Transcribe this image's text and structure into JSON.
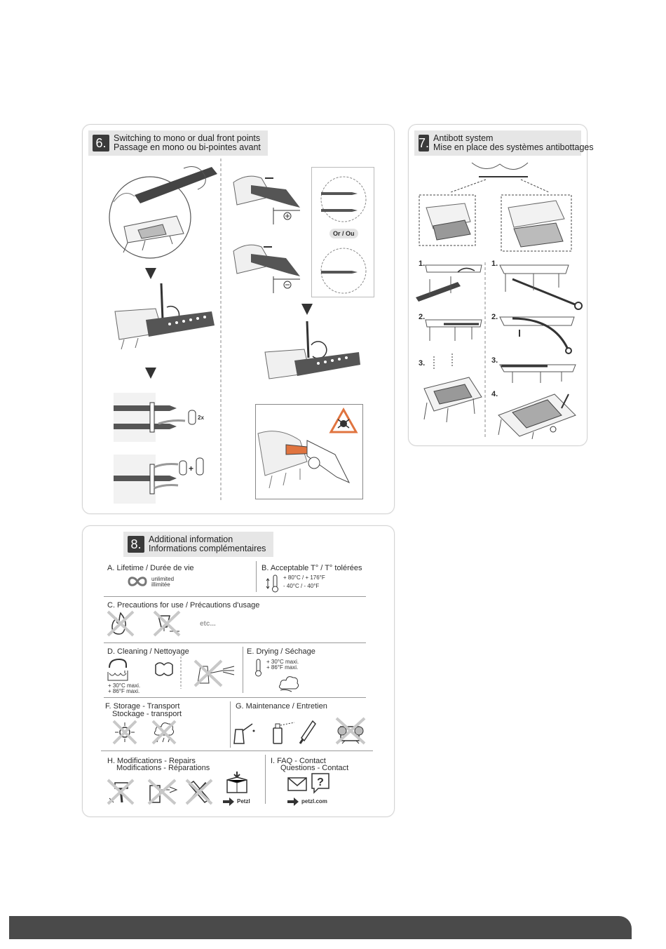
{
  "section6": {
    "number": "6.",
    "title_en": "Switching to mono or dual front points",
    "title_fr": "Passage en mono ou bi-pointes avant",
    "spacer_2x": "2x",
    "plus_sign": "+",
    "or_label": "Or / Ou"
  },
  "section7": {
    "number": "7.",
    "title_en": "Antibott system",
    "title_fr": "Mise en place des systèmes antibottages",
    "steps_left": [
      "1.",
      "2.",
      "3."
    ],
    "steps_right": [
      "1.",
      "2.",
      "3.",
      "4."
    ]
  },
  "section8": {
    "number": "8.",
    "title_en": "Additional information",
    "title_fr": "Informations complémentaires",
    "a": {
      "label": "A. Lifetime / Durée de vie",
      "line1": "unlimited",
      "line2": "illimitée"
    },
    "b": {
      "label": "B. Acceptable T° / T° tolérées",
      "line1": "+ 80°C / + 176°F",
      "line2": "- 40°C / - 40°F"
    },
    "c": {
      "label": "C. Precautions for use / Précautions d'usage",
      "etc": "etc..."
    },
    "d": {
      "label": "D. Cleaning / Nettoyage",
      "line1": "+ 30°C maxi.",
      "line2": "+ 86°F maxi."
    },
    "e": {
      "label": "E. Drying / Séchage",
      "line1": "+ 30°C maxi.",
      "line2": "+ 86°F maxi."
    },
    "f": {
      "label1": "F. Storage - Transport",
      "label2": "Stockage - transport"
    },
    "g": {
      "label": "G. Maintenance / Entretien"
    },
    "h": {
      "label1": "H. Modifications - Repairs",
      "label2": "Modifications - Réparations",
      "brand": "Petzl"
    },
    "i": {
      "label1": "I. FAQ - Contact",
      "label2": "Questions - Contact",
      "site": "petzl.com"
    }
  },
  "colors": {
    "accent": "#e0743f",
    "panel_border": "#d4d4d4",
    "header_bg": "#e6e6e6",
    "footer": "#4a4a4a"
  }
}
